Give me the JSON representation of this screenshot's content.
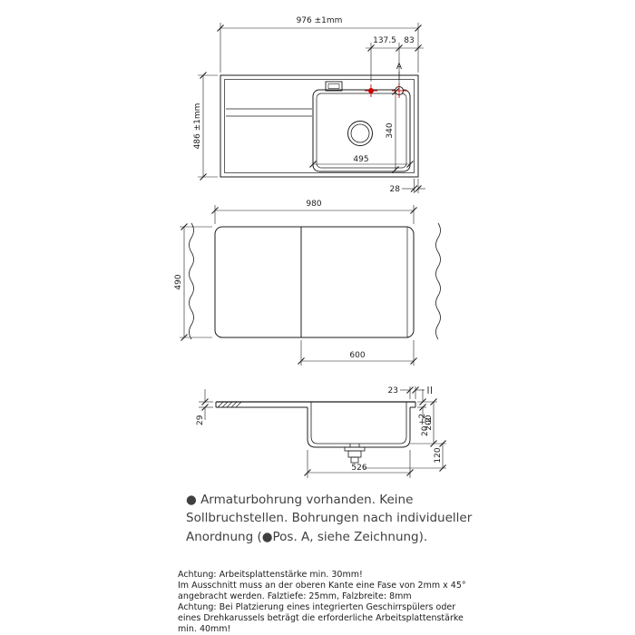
{
  "dims": {
    "top": {
      "width": "976 ±1mm",
      "height": "486 ±1mm",
      "faucet_spacing": "137.5",
      "faucet_edge": "83",
      "pos_label": "A",
      "bowl_width": "340",
      "bowl_length": "495",
      "edge": "28"
    },
    "cutout": {
      "width": "980",
      "height": "490",
      "inner": "600"
    },
    "section": {
      "right_edge": "23",
      "rim_height": "29",
      "front_edge": "20",
      "front_edge_plus": "+2",
      "front_edge_minus": "-2",
      "depth": "200",
      "clearance": "120",
      "bowl_outer": "526"
    }
  },
  "notes": {
    "main_lines": [
      "● Armaturbohrung vorhanden. Keine",
      "Sollbruchstellen. Bohrungen nach individueller",
      "Anordnung (●Pos. A, siehe Zeichnung)."
    ],
    "small_lines": [
      "Achtung: Arbeitsplattenstärke min. 30mm!",
      "Im Ausschnitt muss an der oberen Kante eine Fase von 2mm x 45°",
      "angebracht werden. Falztiefe: 25mm, Falzbreite: 8mm",
      "Achtung: Bei Platzierung eines integrierten Geschirrspülers oder",
      "eines Drehkarussels beträgt die erforderliche Arbeitsplattenstärke",
      "min. 40mm!"
    ]
  },
  "colors": {
    "line": "#1c1c1c",
    "accent_red": "#cc0000",
    "background": "#ffffff"
  }
}
